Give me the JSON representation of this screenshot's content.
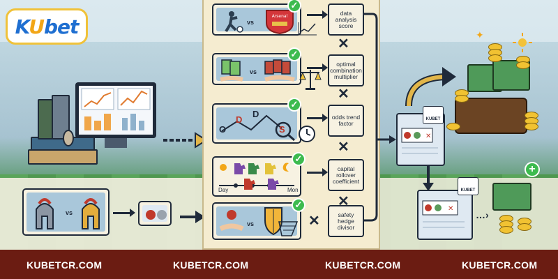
{
  "brand": {
    "logo_prefix": "K",
    "logo_u": "U",
    "logo_suffix": "bet",
    "ticket_brand": "KUBET"
  },
  "match_vs": "VS",
  "steps": [
    {
      "vs": "vs",
      "factor": "data analysis score",
      "opponent_label": "Arsenal"
    },
    {
      "vs": "vs",
      "factor": "optimal combination multiplier"
    },
    {
      "vs": "",
      "factor": "odds trend factor",
      "letters": [
        "O",
        "D",
        "D",
        "S"
      ]
    },
    {
      "vs": "",
      "factor": "capital rollover coefficient",
      "day": "Day",
      "mon": "Mon"
    },
    {
      "vs": "vs",
      "factor": "safety hedge divisor"
    }
  ],
  "multiply_symbol": "✕",
  "bottom_left_vs": "vs",
  "footer": [
    "KUBETCR.COM",
    "KUBETCR.COM",
    "KUBETCR.COM",
    "KUBETCR.COM"
  ],
  "colors": {
    "footer_bg": "#6b1c12",
    "check_green": "#3dbb4f",
    "logo_blue": "#1f6fd1",
    "logo_gold": "#f2a617"
  },
  "icons": [
    "check-icon",
    "soccer-player-icon",
    "arsenal-crest-icon",
    "cards-icon",
    "balance-scale-icon",
    "clock-icon",
    "magnifier-icon",
    "shield-icon",
    "net-icon",
    "sun-icon",
    "moon-icon",
    "spartan-helmet-icon",
    "treasure-chest-icon",
    "coins-icon",
    "cash-stack-icon",
    "plus-icon",
    "ticket-icon",
    "monitor-chart-icon",
    "books-icon"
  ]
}
